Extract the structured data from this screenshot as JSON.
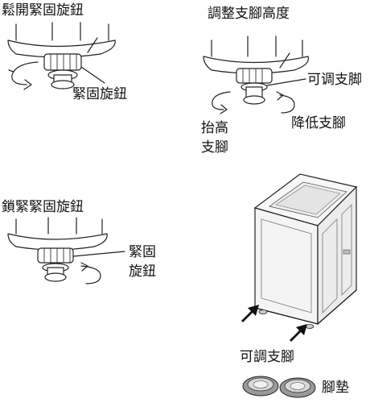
{
  "panel_loosen": {
    "title": "鬆開緊固旋鈕",
    "callout": "緊固旋鈕"
  },
  "panel_adjust": {
    "title": "調整支腳高度",
    "callout_leg": "可调支脚",
    "raise_line1": "抬高",
    "raise_line2": "支腳",
    "lower": "降低支腳"
  },
  "panel_lock": {
    "title": "鎖緊緊固旋鈕",
    "callout_line1": "緊固",
    "callout_line2": "旋鈕"
  },
  "panel_machine": {
    "leg_label": "可調支腳",
    "pad_label": "腳墊"
  },
  "colors": {
    "line": "#222222",
    "arrow_fill": "#111111",
    "machine_fill": "#f4f4f4"
  }
}
